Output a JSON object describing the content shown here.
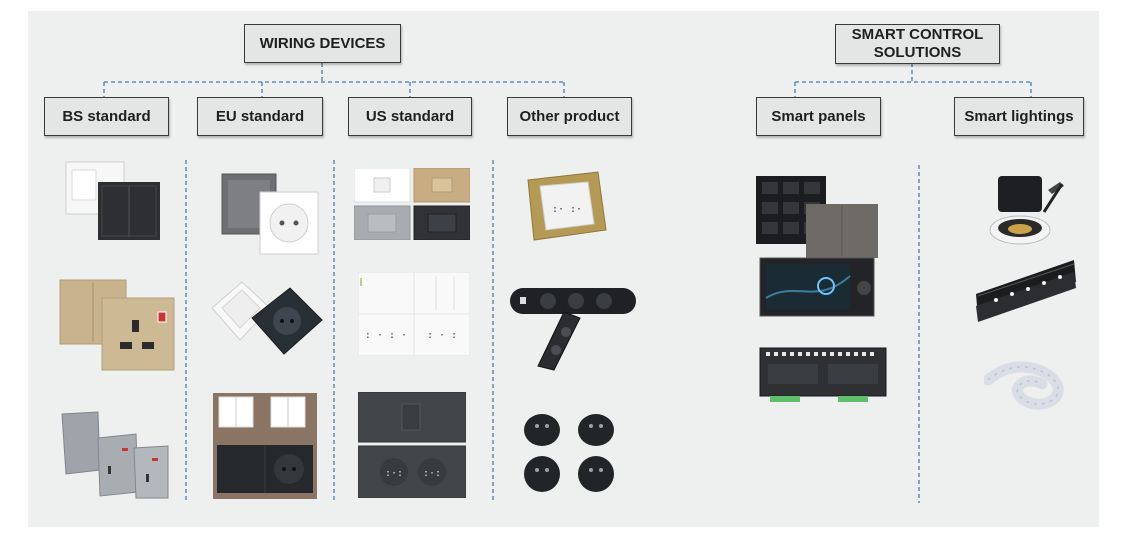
{
  "wiring": {
    "title": "WIRING DEVICES",
    "categories": [
      {
        "label": "BS standard"
      },
      {
        "label": "EU standard"
      },
      {
        "label": "US standard"
      },
      {
        "label": "Other product"
      }
    ]
  },
  "smart": {
    "title": "SMART CONTROL SOLUTIONS",
    "categories": [
      {
        "label": "Smart panels"
      },
      {
        "label": "Smart lightings"
      }
    ]
  },
  "colors": {
    "background": "#eeefef",
    "label_fill": "#e4e5e5",
    "connector": "#4a78b5",
    "dark_product": "#2b2b2d",
    "gold_product": "#c9b58f"
  }
}
